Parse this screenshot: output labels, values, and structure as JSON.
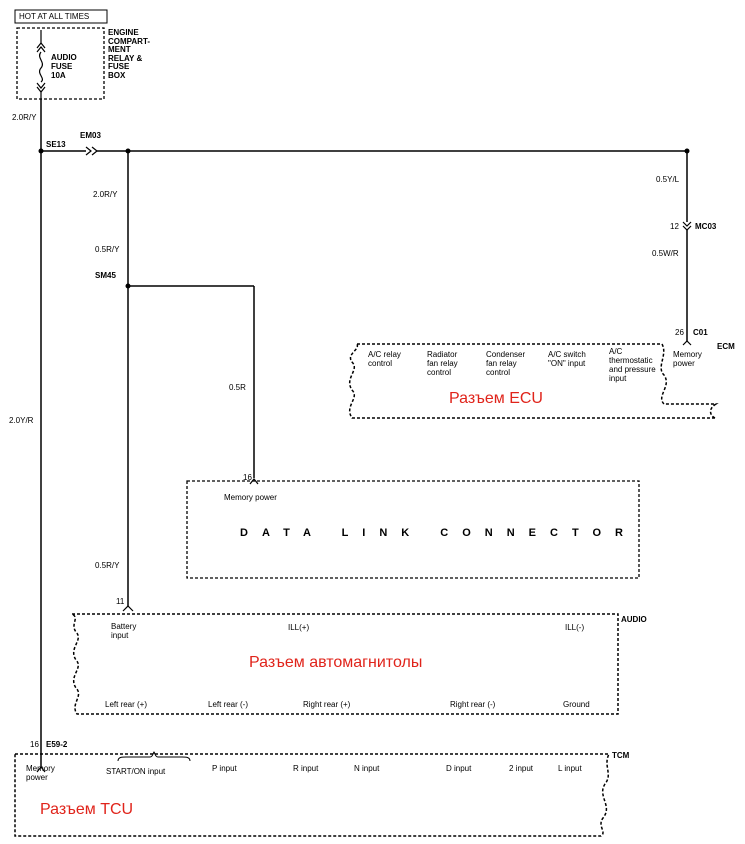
{
  "header": {
    "hot_label": "HOT AT ALL TIMES"
  },
  "fuse_box": {
    "fuse_label": "AUDIO\nFUSE\n10A",
    "box_label": "ENGINE\nCOMPART-\nMENT\nRELAY &\nFUSE\nBOX"
  },
  "wires": {
    "w_main": "2.0R/Y",
    "w_2_0ry_b": "2.0R/Y",
    "w_05ry": "0.5R/Y",
    "w_05yl": "0.5Y/L",
    "w_05wr": "0.5W/R",
    "w_05r": "0.5R",
    "w_20yr": "2.0Y/R",
    "w_05ry_b": "0.5R/Y"
  },
  "connectors": {
    "se13": "SE13",
    "em03": "EM03",
    "sm45": "SM45",
    "mc03": "MC03",
    "mc03_pin": "12",
    "c01": "C01",
    "c01_pin": "26",
    "dlc_pin": "16",
    "audio_pin": "11",
    "e59": "E59-2",
    "e59_pin": "16"
  },
  "ecm": {
    "tag": "ECM",
    "pins": [
      "A/C relay\ncontrol",
      "Radiator\nfan relay\ncontrol",
      "Condenser\nfan relay\ncontrol",
      "A/C switch\n\"ON\" input",
      "A/C\nthermostatic\nand pressure\ninput",
      "Memory\npower"
    ],
    "note": "Разъем ECU"
  },
  "dlc": {
    "pin_label": "Memory power",
    "title": "DATA LINK CONNECTOR"
  },
  "audio": {
    "tag": "AUDIO",
    "battery_input": "Battery\ninput",
    "ill_plus": "ILL(+)",
    "ill_minus": "ILL(-)",
    "left_rear_plus": "Left rear (+)",
    "left_rear_minus": "Left rear (-)",
    "right_rear_plus": "Right rear (+)",
    "right_rear_minus": "Right rear (-)",
    "ground": "Ground",
    "note": "Разъем автомагнитолы"
  },
  "tcm": {
    "tag": "TCM",
    "memory_power": "Memory\npower",
    "start_on": "START/ON input",
    "p_input": "P input",
    "r_input": "R input",
    "n_input": "N input",
    "d_input": "D input",
    "input_2": "2 input",
    "l_input": "L input",
    "note": "Разъем TCU"
  }
}
